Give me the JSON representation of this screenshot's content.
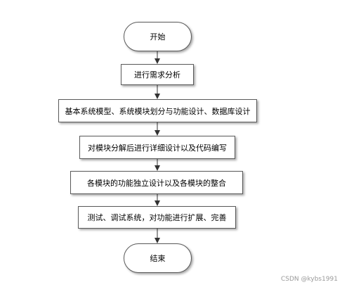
{
  "flowchart": {
    "start_label": "开始",
    "steps": [
      "进行需求分析",
      "基本系统模型、系统模块划分与功能设计、数据库设计",
      "对模块分解后进行详细设计以及代码编写",
      "各模块的功能独立设计以及各模块的整合",
      "测试、调试系统，对功能进行扩展、完善"
    ],
    "end_label": "结束"
  },
  "watermark": "CSDN @kybs1991"
}
